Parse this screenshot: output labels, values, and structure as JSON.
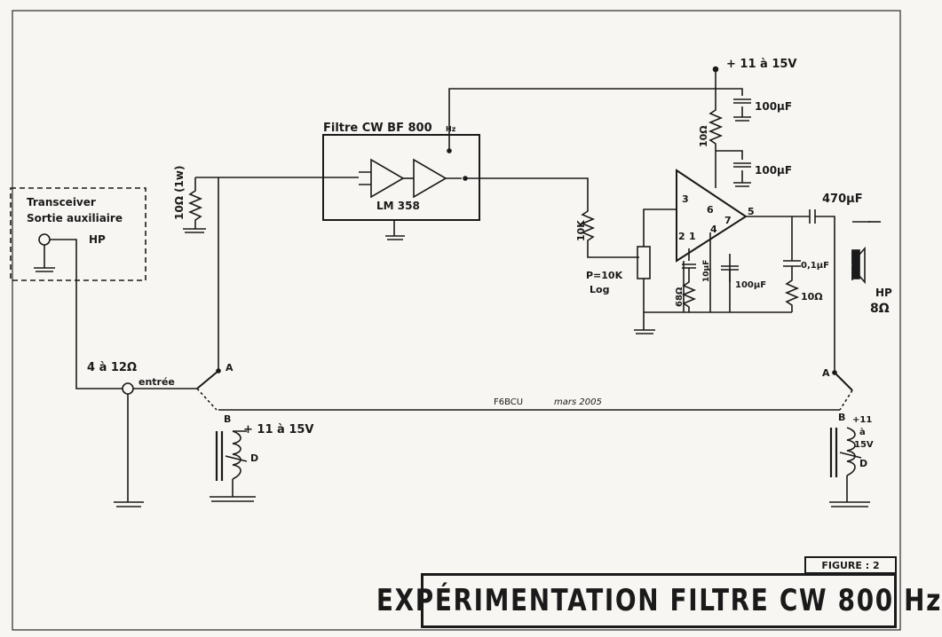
{
  "labels": {
    "filter_box": "Filtre CW BF 800",
    "filter_hz": "Hz",
    "ic_filter": "LM 358",
    "transceiver": "Transceiver",
    "aux_out": "Sortie auxiliaire",
    "hp_in": "HP",
    "res_10_1w": "10Ω (1w)",
    "impedance_in": "4 à 12Ω",
    "entree": "entrée",
    "switch_a_left": "A",
    "switch_b_left": "B",
    "relay_supply_left": "+ 11 à 15V",
    "relay_d_left": "D",
    "res_10k": "10K",
    "pot": "P=10K",
    "pot_log": "Log",
    "supply_top": "+ 11 à 15V",
    "cap_100uf_a": "100μF",
    "cap_100uf_b": "100μF",
    "res_10_top": "10Ω",
    "pin_3": "3",
    "pin_6": "6",
    "pin_7": "7",
    "pin_5": "5",
    "pin_2": "2",
    "pin_1": "1",
    "pin_4": "4",
    "cap_10uf": "10μF",
    "res_68": "68Ω",
    "cap_100uf_c": "100μF",
    "cap_470uf": "470μF",
    "cap_01uf": "0,1μF",
    "res_10_out": "10Ω",
    "hp_out": "HP",
    "hp_out_ohm": "8Ω",
    "switch_a_right": "A",
    "switch_b_right": "B",
    "relay_supply_right_1": "+11",
    "relay_supply_right_2": "à",
    "relay_supply_right_3": "15V",
    "relay_d_right": "D",
    "signature": "F6BCU",
    "date": "mars 2005"
  },
  "title": "EXPÉRIMENTATION FILTRE CW 800 Hz",
  "figure": "FIGURE : 2"
}
